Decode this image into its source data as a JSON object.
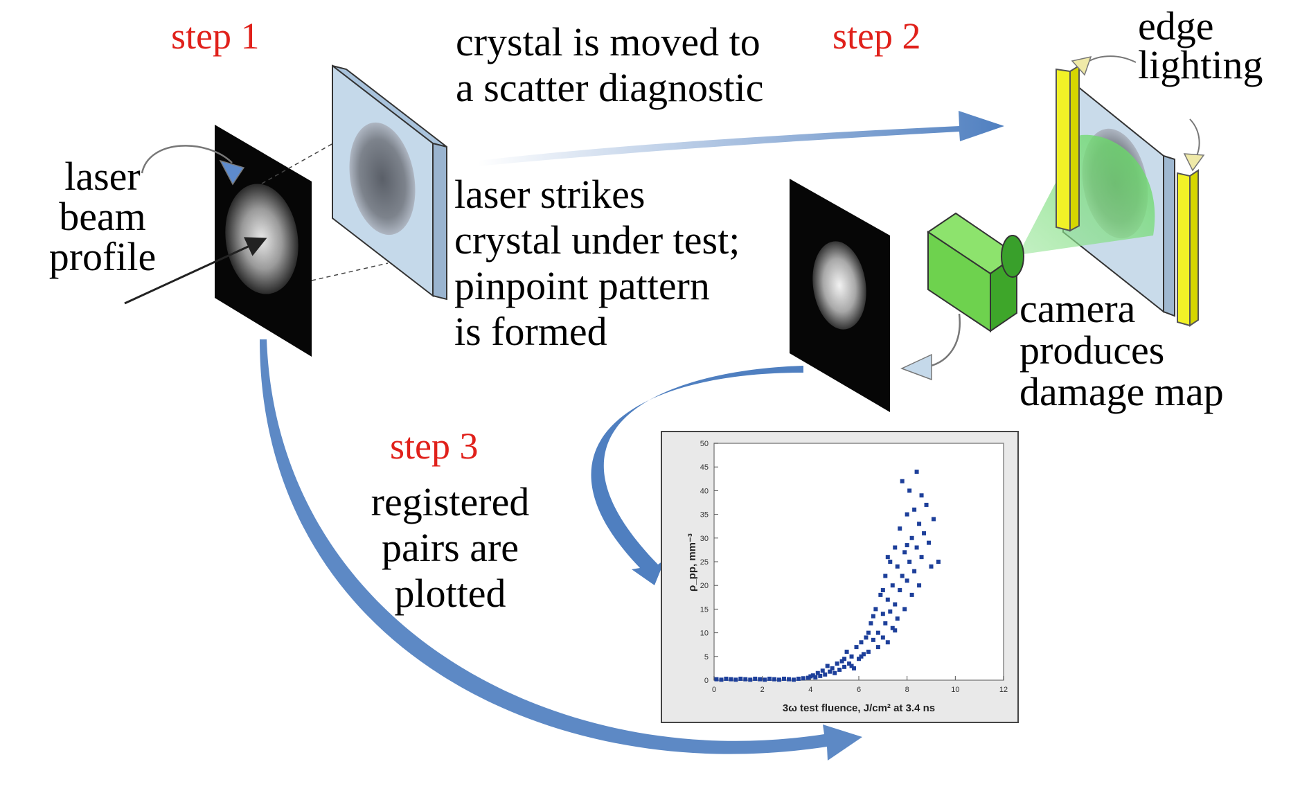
{
  "steps": {
    "step1": "step 1",
    "step2": "step 2",
    "step3": "step 3"
  },
  "captions": {
    "laser_beam_profile": [
      "laser",
      "beam",
      "profile"
    ],
    "crystal_moved": [
      "crystal is moved to",
      "a scatter diagnostic"
    ],
    "laser_strikes": [
      "laser strikes",
      "crystal under test;",
      "pinpoint pattern",
      "is formed"
    ],
    "edge_lighting": [
      "edge",
      "lighting"
    ],
    "camera_produces": [
      "camera",
      "produces",
      "damage map"
    ],
    "registered_pairs": [
      "registered",
      "pairs are",
      "plotted"
    ]
  },
  "colors": {
    "step_label": "#e0201a",
    "flow_arrow": "#4f7fc0",
    "crystal": "#c5d9ea",
    "edge_light": "#f2f227",
    "camera_body": "#6ed24e",
    "light_cone": "#7be07b",
    "scatter_point": "#1d3f9a"
  },
  "chart_data": {
    "type": "scatter",
    "xlabel": "3ω test fluence, J/cm² at 3.4 ns",
    "ylabel": "ρ_pp, mm⁻³",
    "xlim": [
      0,
      12
    ],
    "ylim": [
      0,
      50
    ],
    "xticks": [
      "0",
      "2",
      "4",
      "6",
      "8",
      "10",
      "12"
    ],
    "yticks": [
      "0",
      "5",
      "10",
      "15",
      "20",
      "25",
      "30",
      "35",
      "40",
      "45",
      "50"
    ],
    "points": [
      [
        0.1,
        0.2
      ],
      [
        0.3,
        0.1
      ],
      [
        0.5,
        0.3
      ],
      [
        0.7,
        0.2
      ],
      [
        0.9,
        0.1
      ],
      [
        1.1,
        0.3
      ],
      [
        1.3,
        0.2
      ],
      [
        1.5,
        0.1
      ],
      [
        1.7,
        0.3
      ],
      [
        1.9,
        0.2
      ],
      [
        2.1,
        0.1
      ],
      [
        2.3,
        0.3
      ],
      [
        2.5,
        0.2
      ],
      [
        2.7,
        0.1
      ],
      [
        2.9,
        0.3
      ],
      [
        3.1,
        0.2
      ],
      [
        3.3,
        0.1
      ],
      [
        3.5,
        0.3
      ],
      [
        3.7,
        0.4
      ],
      [
        3.9,
        0.5
      ],
      [
        4.0,
        0.8
      ],
      [
        4.1,
        1.0
      ],
      [
        4.2,
        0.6
      ],
      [
        4.3,
        1.5
      ],
      [
        4.4,
        0.9
      ],
      [
        4.5,
        2.0
      ],
      [
        4.6,
        1.2
      ],
      [
        4.7,
        3.0
      ],
      [
        4.8,
        1.8
      ],
      [
        4.9,
        2.5
      ],
      [
        5.0,
        1.5
      ],
      [
        5.1,
        3.5
      ],
      [
        5.2,
        2.2
      ],
      [
        5.3,
        4.0
      ],
      [
        5.4,
        2.8
      ],
      [
        5.5,
        6.0
      ],
      [
        5.6,
        3.5
      ],
      [
        5.7,
        5.0
      ],
      [
        5.8,
        2.5
      ],
      [
        5.9,
        7.0
      ],
      [
        6.0,
        4.5
      ],
      [
        6.1,
        8.0
      ],
      [
        6.2,
        5.5
      ],
      [
        6.3,
        9.0
      ],
      [
        6.4,
        6.0
      ],
      [
        6.5,
        12.0
      ],
      [
        6.6,
        8.5
      ],
      [
        6.7,
        15.0
      ],
      [
        6.8,
        10.0
      ],
      [
        6.9,
        18.0
      ],
      [
        7.0,
        9.0
      ],
      [
        7.0,
        14.0
      ],
      [
        7.1,
        22.0
      ],
      [
        7.1,
        12.0
      ],
      [
        7.2,
        17.0
      ],
      [
        7.2,
        8.0
      ],
      [
        7.3,
        25.0
      ],
      [
        7.3,
        14.5
      ],
      [
        7.4,
        20.0
      ],
      [
        7.4,
        11.0
      ],
      [
        7.5,
        28.0
      ],
      [
        7.5,
        16.0
      ],
      [
        7.6,
        24.0
      ],
      [
        7.6,
        13.0
      ],
      [
        7.7,
        32.0
      ],
      [
        7.7,
        19.0
      ],
      [
        7.8,
        42.0
      ],
      [
        7.8,
        22.0
      ],
      [
        7.9,
        27.0
      ],
      [
        7.9,
        15.0
      ],
      [
        8.0,
        35.0
      ],
      [
        8.0,
        21.0
      ],
      [
        8.1,
        40.0
      ],
      [
        8.1,
        25.0
      ],
      [
        8.2,
        30.0
      ],
      [
        8.2,
        18.0
      ],
      [
        8.3,
        36.0
      ],
      [
        8.3,
        23.0
      ],
      [
        8.4,
        44.0
      ],
      [
        8.4,
        28.0
      ],
      [
        8.5,
        33.0
      ],
      [
        8.5,
        20.0
      ],
      [
        8.6,
        39.0
      ],
      [
        8.6,
        26.0
      ],
      [
        8.7,
        31.0
      ],
      [
        8.8,
        37.0
      ],
      [
        8.9,
        29.0
      ],
      [
        9.0,
        24.0
      ],
      [
        9.1,
        34.0
      ],
      [
        9.3,
        25.0
      ],
      [
        5.4,
        4.5
      ],
      [
        6.1,
        5.0
      ],
      [
        6.8,
        7.0
      ],
      [
        7.0,
        19.0
      ],
      [
        7.5,
        10.5
      ],
      [
        6.4,
        10.0
      ],
      [
        5.7,
        3.0
      ],
      [
        8.0,
        28.5
      ],
      [
        7.2,
        26.0
      ],
      [
        6.6,
        13.5
      ]
    ]
  }
}
